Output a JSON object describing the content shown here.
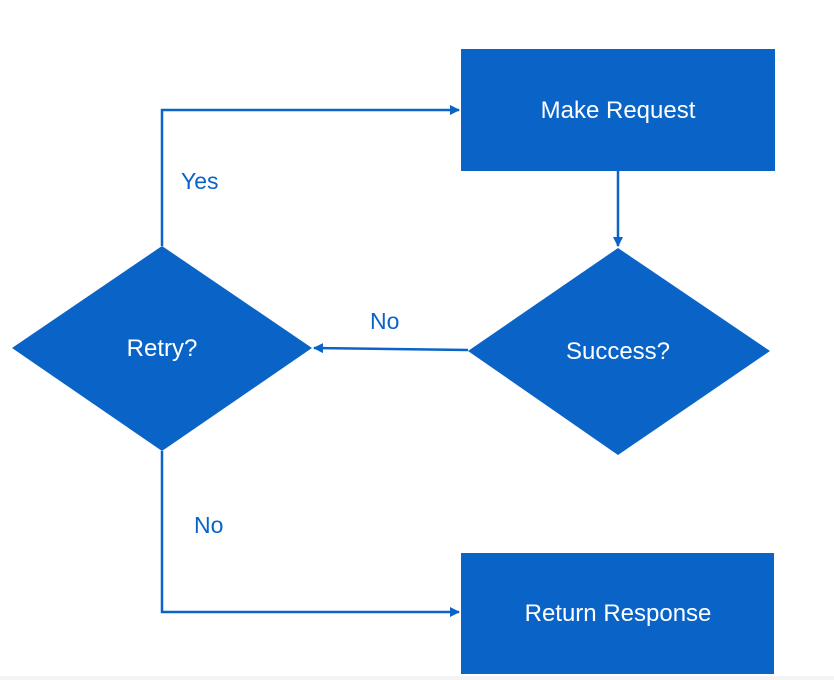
{
  "colors": {
    "shape_fill": "#0A64C8",
    "connector": "#0A64C8",
    "label_text": "#0A64C8",
    "shape_text": "#FFFFFF"
  },
  "diagram": {
    "nodes": {
      "make_request": {
        "shape": "rectangle",
        "label": "Make Request"
      },
      "success": {
        "shape": "diamond",
        "label": "Success?"
      },
      "retry": {
        "shape": "diamond",
        "label": "Retry?"
      },
      "return_response": {
        "shape": "rectangle",
        "label": "Return Response"
      }
    },
    "edges": {
      "make_request_to_success": {
        "from": "Make Request",
        "to": "Success?",
        "label": ""
      },
      "success_to_retry": {
        "from": "Success?",
        "to": "Retry?",
        "label": "No"
      },
      "retry_to_make_request": {
        "from": "Retry?",
        "to": "Make Request",
        "label": "Yes"
      },
      "retry_to_return_response": {
        "from": "Retry?",
        "to": "Return Response",
        "label": "No"
      }
    }
  }
}
